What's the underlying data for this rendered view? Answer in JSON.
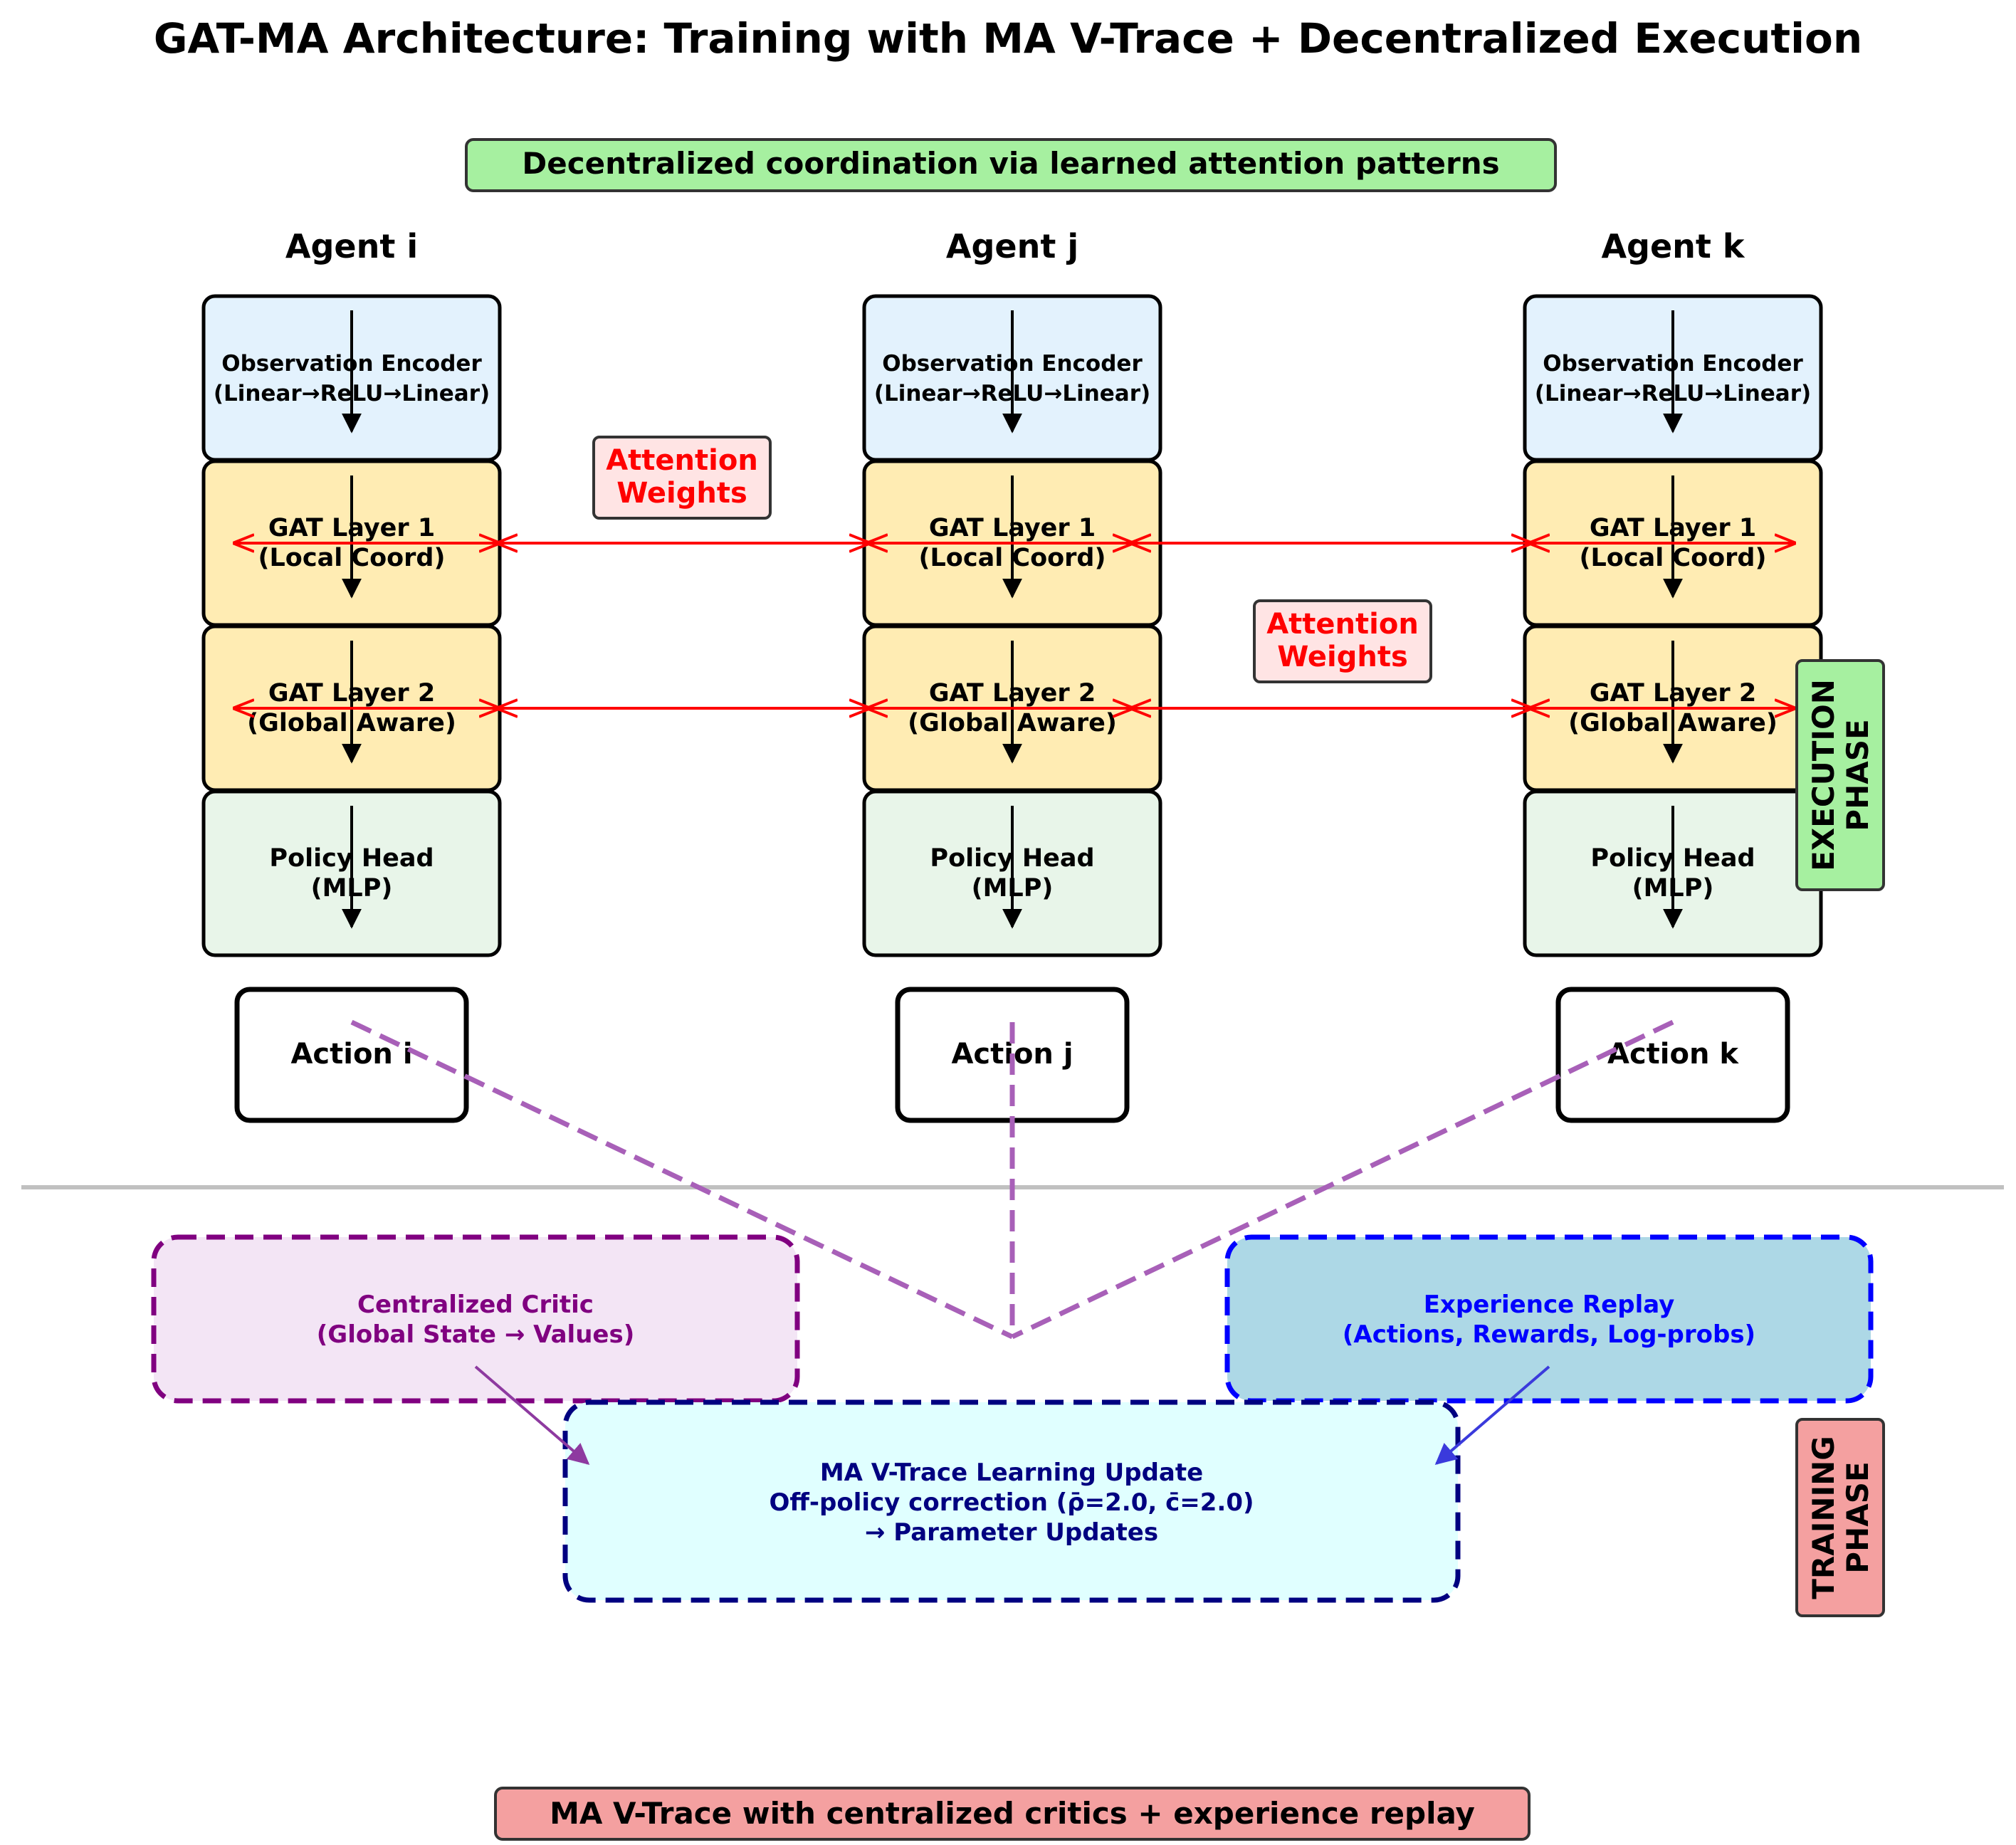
{
  "title": "GAT-MA Architecture: Training with MA V-Trace + Decentralized Execution",
  "top_banner": "Decentralized coordination via learned attention patterns",
  "bottom_banner": "MA V-Trace with centralized critics + experience replay",
  "agents": [
    {
      "name": "Agent i",
      "encoder": [
        "Observation Encoder",
        "(Linear→ReLU→Linear)"
      ],
      "gat1": [
        "GAT Layer 1",
        "(Local Coord)"
      ],
      "gat2": [
        "GAT Layer 2",
        "(Global Aware)"
      ],
      "policy": [
        "Policy Head",
        "(MLP)"
      ],
      "action": "Action i"
    },
    {
      "name": "Agent j",
      "encoder": [
        "Observation Encoder",
        "(Linear→ReLU→Linear)"
      ],
      "gat1": [
        "GAT Layer 1",
        "(Local Coord)"
      ],
      "gat2": [
        "GAT Layer 2",
        "(Global Aware)"
      ],
      "policy": [
        "Policy Head",
        "(MLP)"
      ],
      "action": "Action j"
    },
    {
      "name": "Agent k",
      "encoder": [
        "Observation Encoder",
        "(Linear→ReLU→Linear)"
      ],
      "gat1": [
        "GAT Layer 1",
        "(Local Coord)"
      ],
      "gat2": [
        "GAT Layer 2",
        "(Global Aware)"
      ],
      "policy": [
        "Policy Head",
        "(MLP)"
      ],
      "action": "Action k"
    }
  ],
  "attention_labels": [
    [
      "Attention",
      "Weights"
    ],
    [
      "Attention",
      "Weights"
    ]
  ],
  "execution_phase": [
    "EXECUTION",
    "PHASE"
  ],
  "training_phase": [
    "TRAINING",
    "PHASE"
  ],
  "critic": [
    "Centralized Critic",
    "(Global State → Values)"
  ],
  "replay": [
    "Experience Replay",
    "(Actions, Rewards, Log-probs)"
  ],
  "update": [
    "MA V-Trace Learning Update",
    "Off-policy correction (ρ̄=2.0, c̄=2.0)",
    "→ Parameter Updates"
  ],
  "colors": {
    "encoder_fill": "#e3f2fd",
    "gat_fill": "#ffecb3",
    "policy_fill": "#e8f5e9",
    "attention": "#ff0000",
    "attention_label_fill": "#ffe4e4",
    "execution_fill": "#a6f0a0",
    "training_fill": "#f4a0a0",
    "critic_fill": "#f3e5f5",
    "critic_stroke": "#800080",
    "replay_fill": "#add8e6",
    "replay_stroke": "#0000ff",
    "update_fill": "#e0ffff",
    "update_stroke": "#000080",
    "dashed_link": "#a860b8",
    "divider": "#c0c0c0"
  }
}
